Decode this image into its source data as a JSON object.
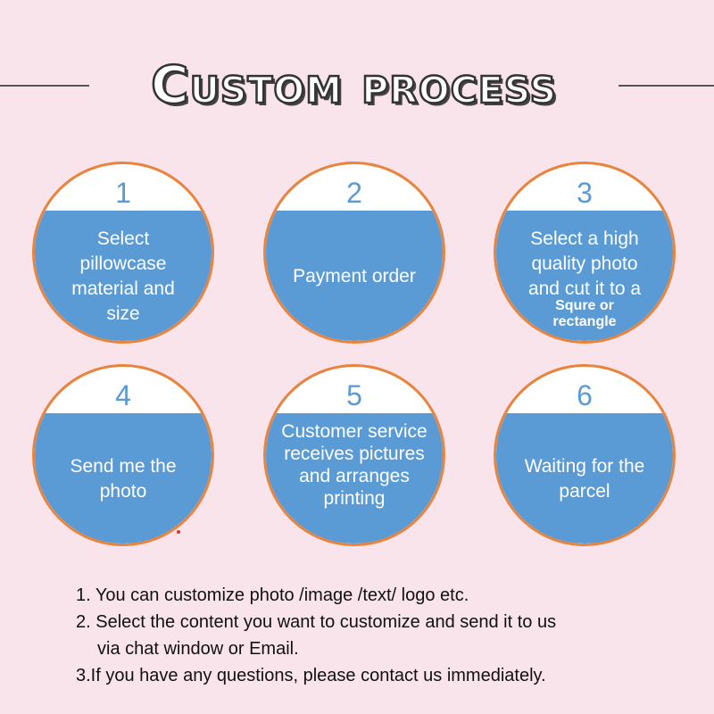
{
  "title": "Custom process",
  "steps": [
    {
      "number": "1",
      "text": "Select pillowcase material and size"
    },
    {
      "number": "2",
      "text": "Payment order"
    },
    {
      "number": "3",
      "text": "Select a high quality photo and cut it to a",
      "subtext": "Squre or rectangle"
    },
    {
      "number": "4",
      "text": "Send me the photo"
    },
    {
      "number": "5",
      "text": "Customer service receives pictures and arranges printing"
    },
    {
      "number": "6",
      "text": "Waiting for the parcel"
    }
  ],
  "notes": {
    "line1": "1. You can customize photo /image /text/ logo etc.",
    "line2a": "2. Select the content you want to customize and send it to us",
    "line2b": "via chat window or Email.",
    "line3": "3.If you have any questions, please contact us immediately."
  },
  "colors": {
    "background": "#f9e4ec",
    "circle_border": "#e8843e",
    "circle_fill": "#5b9bd5",
    "step_number": "#5b9bd5"
  }
}
